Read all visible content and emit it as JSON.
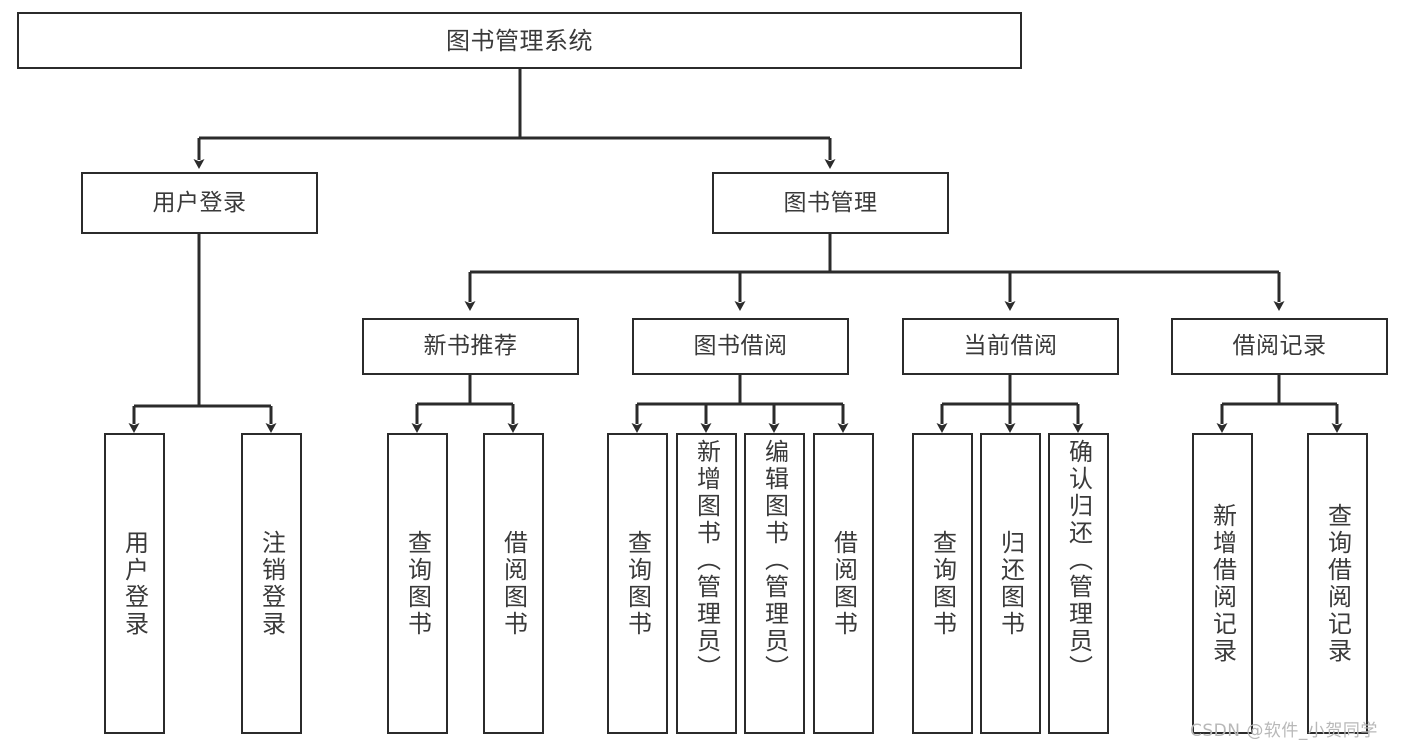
{
  "diagram": {
    "title": "图书管理系统",
    "type": "hierarchy-tree",
    "colors": {
      "box_border": "#2b2b2b",
      "box_fill": "#ffffff",
      "text": "#3a3a3a",
      "connector": "#2b2b2b",
      "watermark": "#b8b8b8",
      "background": "#ffffff"
    },
    "root": {
      "label": "图书管理系统"
    },
    "level1": [
      {
        "label": "用户登录"
      },
      {
        "label": "图书管理"
      }
    ],
    "level2": [
      {
        "label": "新书推荐"
      },
      {
        "label": "图书借阅"
      },
      {
        "label": "当前借阅"
      },
      {
        "label": "借阅记录"
      }
    ],
    "leaves": {
      "user_login": [
        {
          "label": "用户登录"
        },
        {
          "label": "注销登录"
        }
      ],
      "new_book_recommend": [
        {
          "label": "查询图书"
        },
        {
          "label": "借阅图书"
        }
      ],
      "book_borrow": [
        {
          "label": "查询图书"
        },
        {
          "label": "新增图书（管理员）"
        },
        {
          "label": "编辑图书（管理员）"
        },
        {
          "label": "借阅图书"
        }
      ],
      "current_borrow": [
        {
          "label": "查询图书"
        },
        {
          "label": "归还图书"
        },
        {
          "label": "确认归还（管理员）"
        }
      ],
      "borrow_record": [
        {
          "label": "新增借阅记录"
        },
        {
          "label": "查询借阅记录"
        }
      ]
    }
  },
  "watermark": {
    "text": "CSDN @软件_小贺同学"
  }
}
